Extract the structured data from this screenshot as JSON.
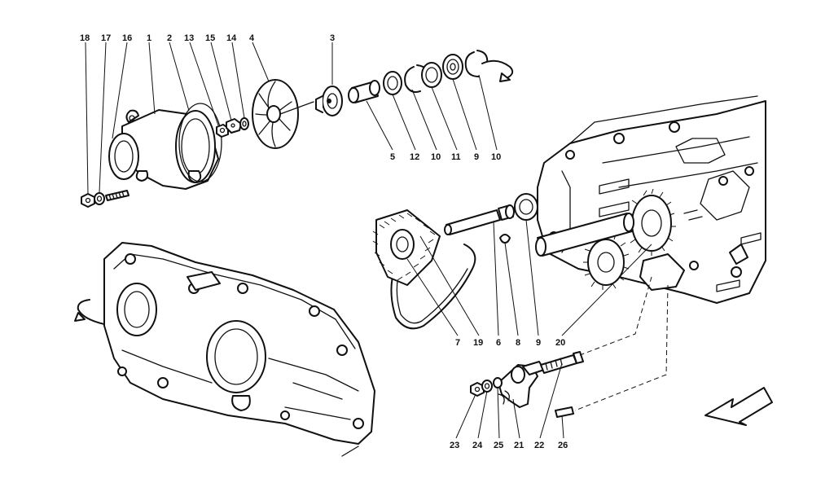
{
  "callouts": {
    "c18": "18",
    "c17": "17",
    "c16": "16",
    "c1": "1",
    "c2": "2",
    "c13": "13",
    "c15": "15",
    "c14": "14",
    "c4": "4",
    "c3": "3",
    "c5": "5",
    "c12": "12",
    "c10a": "10",
    "c11": "11",
    "c9a": "9",
    "c10b": "10",
    "c7": "7",
    "c19": "19",
    "c6": "6",
    "c8": "8",
    "c9b": "9",
    "c20": "20",
    "c23": "23",
    "c24": "24",
    "c25": "25",
    "c21": "21",
    "c22": "22",
    "c26": "26"
  },
  "colors": {
    "ink": "#111111",
    "paper": "#ffffff"
  },
  "icons": {
    "direction": "direction-arrow-icon",
    "rotation": "rotation-arrow-icon"
  }
}
